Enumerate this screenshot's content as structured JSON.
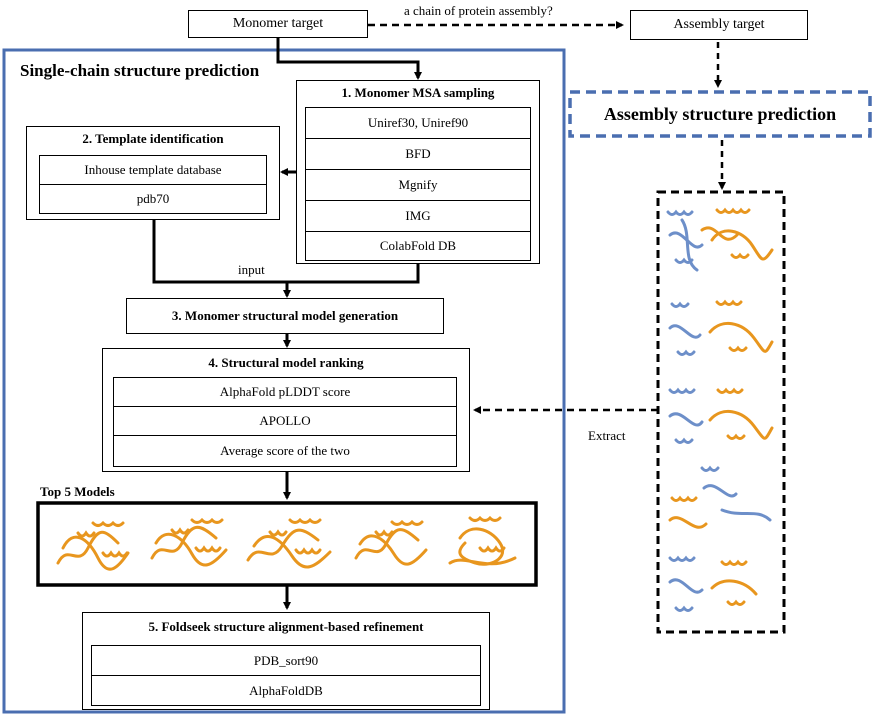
{
  "top": {
    "monomer_target": "Monomer target",
    "question": "a chain of protein assembly?",
    "assembly_target": "Assembly target"
  },
  "single_chain": {
    "title": "Single-chain structure prediction"
  },
  "msa": {
    "title": "1. Monomer MSA sampling",
    "rows": [
      "Uniref30, Uniref90",
      "BFD",
      "Mgnify",
      "IMG",
      "ColabFold DB"
    ]
  },
  "template": {
    "title": "2. Template identification",
    "rows": [
      "Inhouse template database",
      "pdb70"
    ]
  },
  "input_label": "input",
  "generation": {
    "title": "3. Monomer structural model generation"
  },
  "ranking": {
    "title": "4. Structural model ranking",
    "rows": [
      "AlphaFold pLDDT score",
      "APOLLO",
      "Average score of the two"
    ]
  },
  "top_models": {
    "label": "Top 5 Models"
  },
  "refinement": {
    "title": "5. Foldseek structure alignment-based refinement",
    "rows": [
      "PDB_sort90",
      "AlphaFoldDB"
    ]
  },
  "assembly": {
    "title": "Assembly structure prediction"
  },
  "extract_label": "Extract",
  "colors": {
    "frame_blue": "#4a6eb0",
    "protein_orange": "#e8961e",
    "protein_blue": "#6d8fc9"
  }
}
